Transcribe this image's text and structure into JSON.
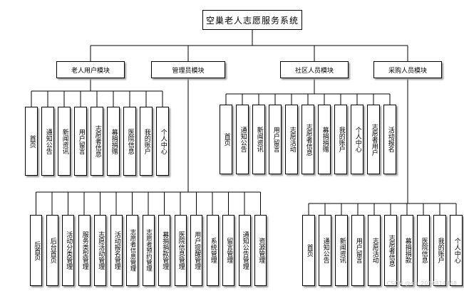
{
  "root": "空巢老人志愿服务系统",
  "modules": [
    {
      "label": "老人用户模块",
      "children": [
        "首页",
        "通知公告",
        "新闻资讯",
        "用户留言",
        "志愿者信息",
        "募捐捐赠",
        "医院信息",
        "我的账户",
        "个人中心"
      ]
    },
    {
      "label": "管理员模块",
      "children": [
        "后首页",
        "后台首页",
        "活动分类管理",
        "服务类型管理",
        "志愿活动管理",
        "活动报名管理",
        "志愿者信息管理",
        "志愿者预约管理",
        "募捐捐款管理",
        "医院信息管理",
        "用户提醒管理",
        "系统管理",
        "留言管理",
        "通知公告管理",
        "资源管理"
      ]
    },
    {
      "label": "社区人员模块",
      "children": [
        "首页",
        "通知公告",
        "新闻资讯",
        "用户留言",
        "志愿活动",
        "志愿者信息",
        "募捐捐赠",
        "我的账户",
        "个人中心",
        "志愿者用户",
        "活动报名"
      ]
    },
    {
      "label": "采购人员模块",
      "children": [
        "首页",
        "通知公告",
        "新闻资讯",
        "用户留言",
        "志愿活动",
        "志愿者信息",
        "募捐捐款",
        "医院信息",
        "我的账户",
        "个人中心"
      ]
    }
  ],
  "watermark": "CSDN @qq_2034814968"
}
